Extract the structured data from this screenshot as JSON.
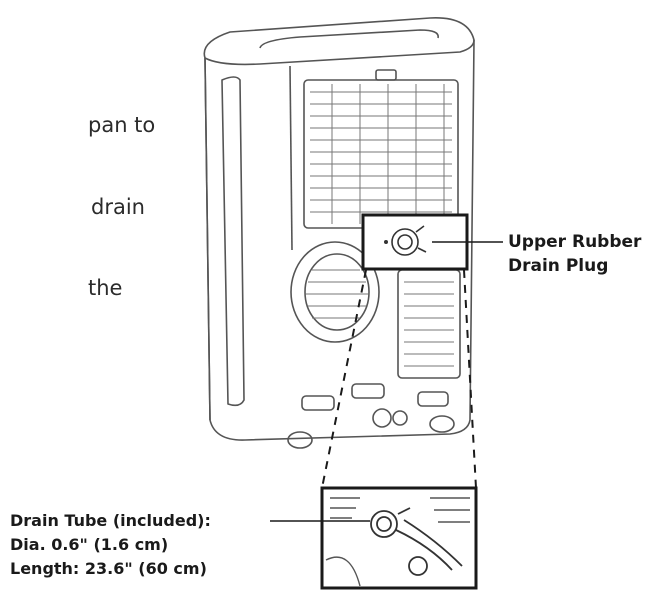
{
  "side_text": [
    "pan to",
    "drain",
    "the"
  ],
  "callouts": {
    "upper_plug": {
      "line1": "Upper Rubber",
      "line2": "Drain Plug"
    },
    "drain_tube": {
      "line1": "Drain Tube (included):",
      "line2": "Dia. 0.6\" (1.6 cm)",
      "line3": "Length: 23.6\" (60 cm)"
    }
  },
  "colors": {
    "ink": "#1a1a1a",
    "outline": "#555555"
  }
}
